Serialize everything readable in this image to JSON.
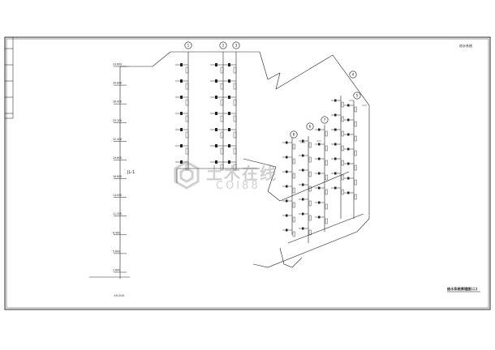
{
  "drawing": {
    "title_block_note": "给水系统",
    "drawing_title": "给水系统原理图(二)",
    "riser_label": "JL-1",
    "ground_label": "±0.000"
  },
  "elevations": [
    "33.600",
    "30.800",
    "28.000",
    "25.200",
    "22.400",
    "19.600",
    "16.800",
    "14.000",
    "11.200",
    "8.400",
    "5.600",
    "2.800"
  ],
  "bubbles": [
    "1",
    "2",
    "3",
    "4",
    "5",
    "6",
    "7",
    "8"
  ],
  "watermark": {
    "cn": "土木在线",
    "en": "COI88"
  },
  "colors": {
    "line": "#222222",
    "frame": "#111111",
    "watermark": "#9a9a9a"
  }
}
